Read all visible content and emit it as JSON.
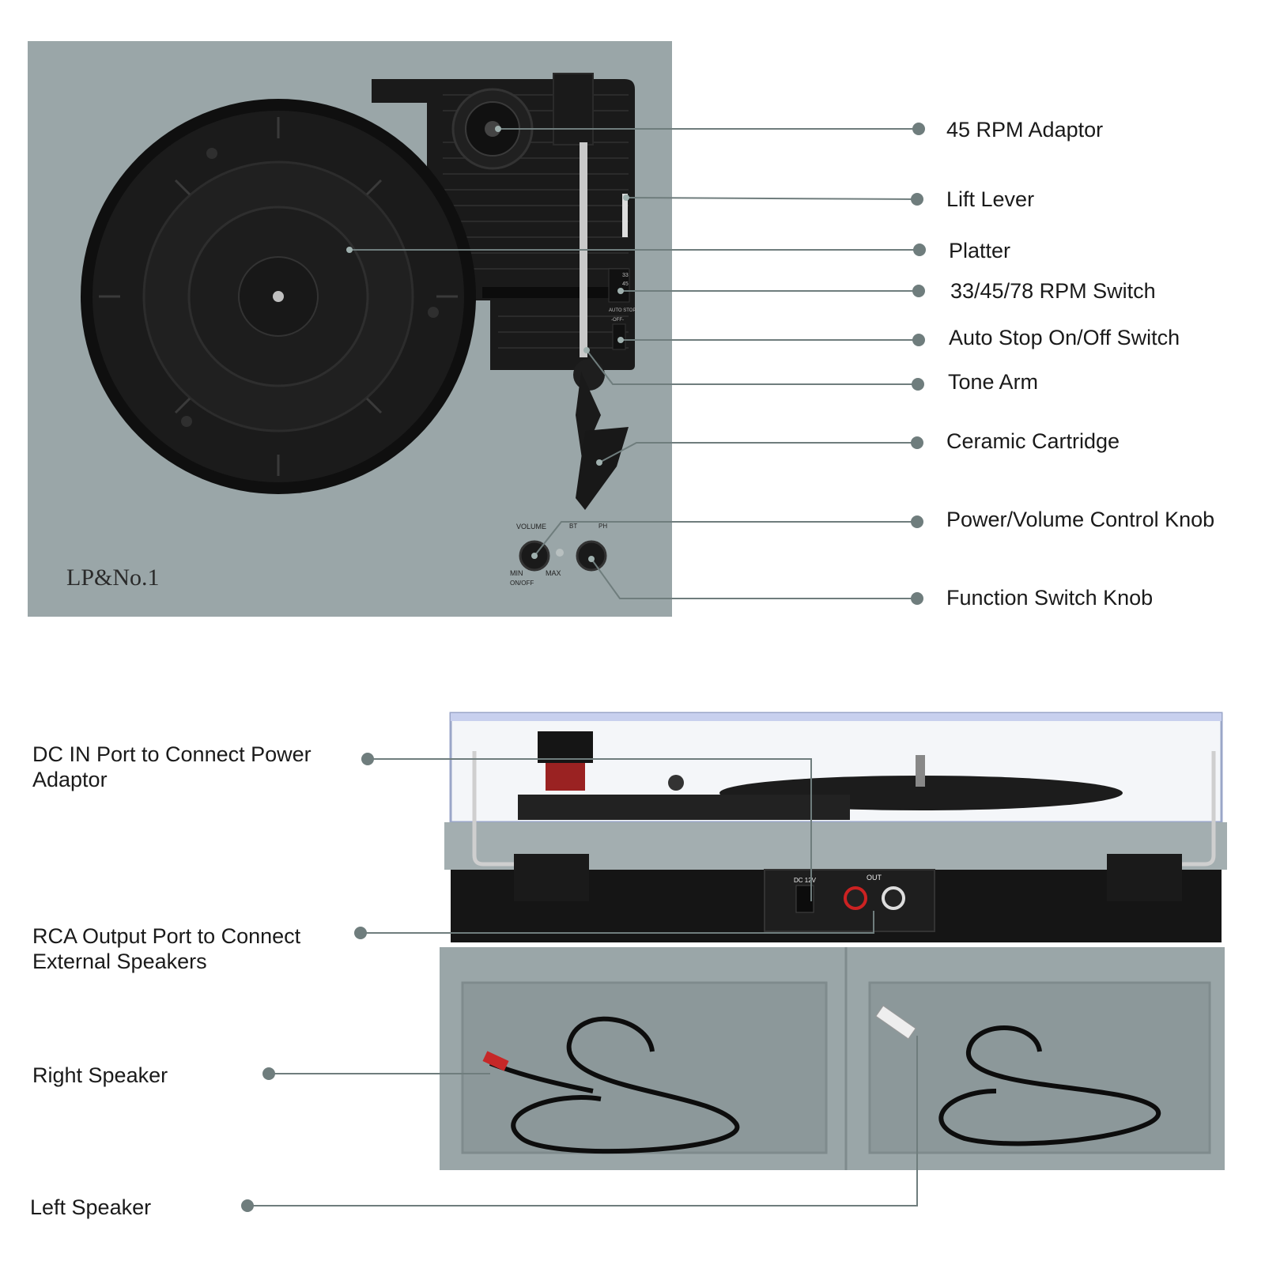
{
  "brand": {
    "logo_text": "LP&No.1"
  },
  "top_panel": {
    "rpm_switch_marks": [
      "33",
      "45"
    ],
    "auto_stop_label": "AUTO STOP",
    "off_label": "-OFF-",
    "volume_label": "VOLUME",
    "bt_label": "BT",
    "ph_label": "PH",
    "min_label": "MIN",
    "max_label": "MAX",
    "onoff_label": "ON/OFF"
  },
  "rear_panel": {
    "dc_label": "DC 12V",
    "out_label": "OUT"
  },
  "callouts_top": [
    {
      "id": "adaptor",
      "text": "45 RPM Adaptor"
    },
    {
      "id": "lift-lever",
      "text": "Lift Lever"
    },
    {
      "id": "platter",
      "text": "Platter"
    },
    {
      "id": "rpm-switch",
      "text": "33/45/78 RPM Switch"
    },
    {
      "id": "auto-stop",
      "text": "Auto Stop On/Off Switch"
    },
    {
      "id": "tone-arm",
      "text": "Tone Arm"
    },
    {
      "id": "cartridge",
      "text": "Ceramic Cartridge"
    },
    {
      "id": "volume-knob",
      "text": "Power/Volume Control Knob"
    },
    {
      "id": "function-knob",
      "text": "Function Switch Knob"
    }
  ],
  "callouts_bottom": [
    {
      "id": "dc-in",
      "text": "DC IN Port to Connect Power Adaptor"
    },
    {
      "id": "rca-out",
      "text": "RCA Output Port to Connect External Speakers"
    },
    {
      "id": "right-speaker",
      "text": "Right Speaker"
    },
    {
      "id": "left-speaker",
      "text": "Left Speaker"
    }
  ],
  "colors": {
    "panel_gray": "#9aa6a8",
    "panel_gray_dark": "#8a9698",
    "black": "#141414",
    "leader_line": "#6f7d7d"
  }
}
